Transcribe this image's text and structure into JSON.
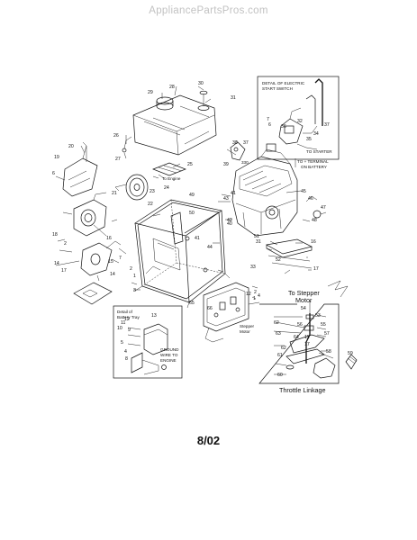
{
  "site": {
    "watermark": "AppliancePartsPros.com"
  },
  "footer": {
    "date_code": "8/02"
  },
  "insets": {
    "electric_start": {
      "title_line1": "DETAIL OF ELECTRIC",
      "title_line2": "START SWITCH",
      "to_starter": "TO STARTER",
      "to_terminal_line1": "TO + TERMINAL",
      "to_terminal_line2": "ON BATTERY"
    },
    "battery_tray": {
      "title_line1": "Detail of",
      "title_line2": "Battery Tray",
      "ground_line1": "GROUND",
      "ground_line2": "WIRE TO",
      "ground_line3": "ENGINE"
    },
    "throttle": {
      "to_stepper_line1": "To Stepper",
      "to_stepper_line2": "Motor",
      "caption": "Throttle Linkage"
    }
  },
  "callouts": {
    "to_engine": "To Engine",
    "stepper_motor_line1": "Stepper",
    "stepper_motor_line2": "Motor",
    "engine_code": "330"
  },
  "part_numbers": [
    "1",
    "2",
    "3",
    "4",
    "5",
    "6",
    "7",
    "8",
    "9",
    "10",
    "11",
    "12",
    "13",
    "14",
    "15",
    "16",
    "17",
    "18",
    "19",
    "20",
    "21",
    "22",
    "23",
    "24",
    "25",
    "26",
    "27",
    "28",
    "29",
    "30",
    "31",
    "32",
    "33",
    "34",
    "35",
    "36",
    "37",
    "38",
    "39",
    "40",
    "41",
    "42",
    "43",
    "44",
    "45",
    "46",
    "47",
    "48",
    "49",
    "50",
    "51",
    "52",
    "53",
    "54",
    "55",
    "56",
    "57",
    "58",
    "59",
    "60",
    "61",
    "62",
    "63",
    "64",
    "65",
    "66"
  ]
}
